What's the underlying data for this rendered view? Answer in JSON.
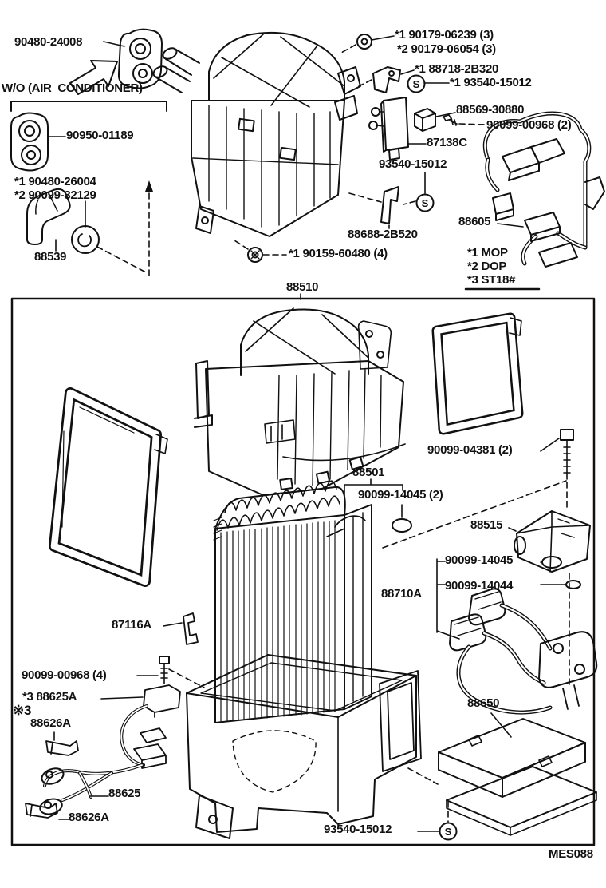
{
  "ink": "#111111",
  "screw_symbol": "S",
  "footer_code": "MES088",
  "labels": {
    "grommet_top": "90480-24008",
    "wo_air_conditioner": "W/O (AIR  CONDITIONER)",
    "grommet_wo_ac": "90950-01189",
    "hose_opt1": "*1 90480-26004",
    "hose_opt2": "*2 90099-32129",
    "hose": "88539",
    "screw_opt1": "*1 90179-06239 (3)",
    "screw_opt2": "*2 90179-06054 (3)",
    "bracket_opt": "*1 88718-2B320",
    "screw_tapping_a": "*1 93540-15012",
    "packing": "88569-30880",
    "screw_washer_2": "90099-00968 (2)",
    "resistor": "87138C",
    "screw_tapping_b": "93540-15012",
    "plate": "88688-2B520",
    "screw_opt4": "*1 90159-60480 (4)",
    "harness": "88605",
    "note_1": "*1 MOP",
    "note_2": "*2 DOP",
    "note_3": "*3 ST18#",
    "unit_assy": "88510",
    "bolt_2": "90099-04381 (2)",
    "evaporator": "88501",
    "oring_2": "90099-14045 (2)",
    "valve": "88515",
    "oring_suction": "90099-14045",
    "oring_liquid": "90099-14044",
    "tube_assy": "88710A",
    "clamp": "87116A",
    "screw_washer_4": "90099-00968 (4)",
    "thermistor_opt": "*3 88625A",
    "ref_mark_3": "※3",
    "clip_a": "88626A",
    "thermistor_wire": "88625",
    "clip_b": "88626A",
    "screw_tapping_c": "93540-15012",
    "amplifier": "88650"
  }
}
